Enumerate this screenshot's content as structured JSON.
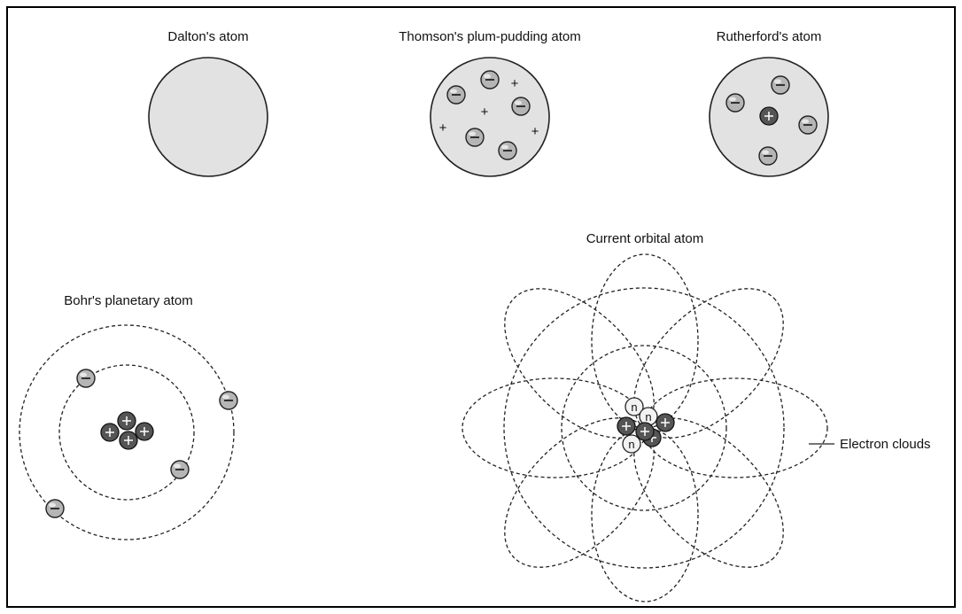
{
  "models": {
    "dalton": {
      "label": "Dalton's atom"
    },
    "thomson": {
      "label": "Thomson's plum-pudding atom"
    },
    "rutherford": {
      "label": "Rutherford's atom"
    },
    "bohr": {
      "label": "Bohr's planetary atom"
    },
    "orbital": {
      "label": "Current orbital atom",
      "callout": "Electron clouds"
    }
  },
  "symbols": {
    "neutron": "n",
    "plus": "+"
  },
  "colors": {
    "sphere_fill": "#e2e2e2",
    "electron": "#b5b5b5",
    "proton": "#555555",
    "line": "#222222"
  }
}
